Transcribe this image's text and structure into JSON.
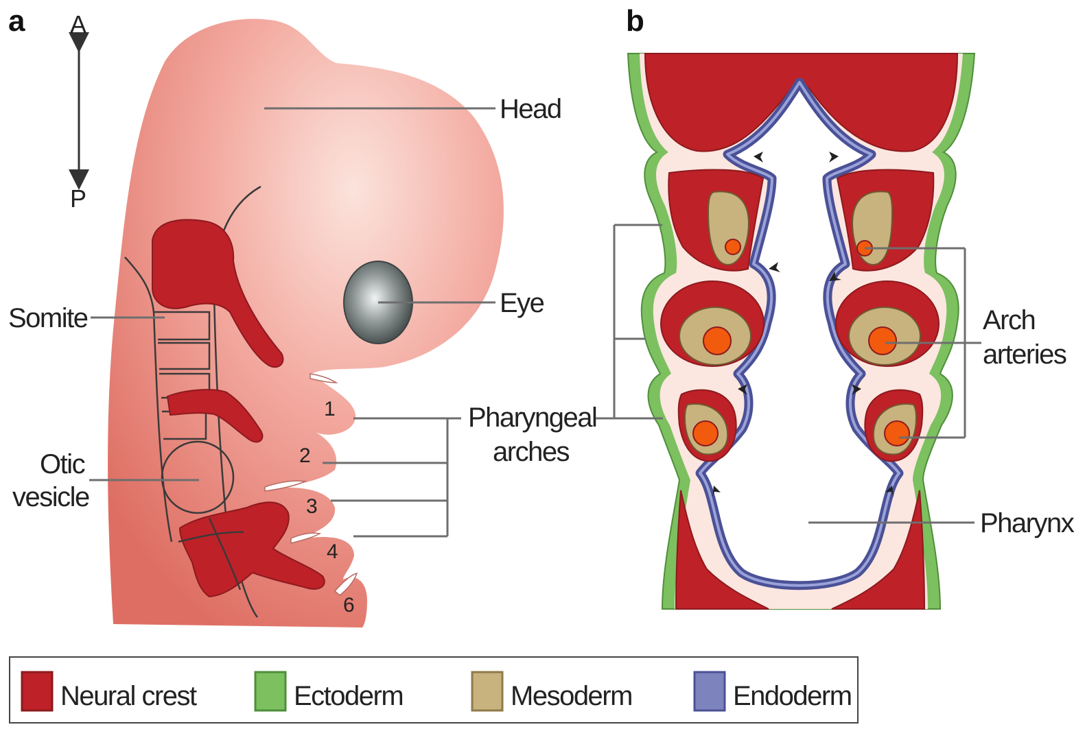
{
  "panels": {
    "a": "a",
    "b": "b"
  },
  "axis": {
    "anterior": "A",
    "posterior": "P"
  },
  "panel_a": {
    "labels": {
      "head": "Head",
      "eye": "Eye",
      "somite": "Somite",
      "otic_line1": "Otic",
      "otic_line2": "vesicle",
      "pharyngeal_line1": "Pharyngeal",
      "pharyngeal_line2": "arches"
    },
    "arch_numbers": [
      "1",
      "2",
      "3",
      "4",
      "6"
    ]
  },
  "panel_b": {
    "labels": {
      "arch_line1": "Arch",
      "arch_line2": "arteries",
      "pharynx": "Pharynx"
    }
  },
  "legend": [
    {
      "label": "Neural crest",
      "color": "#be2128",
      "border": "#8c1a1e"
    },
    {
      "label": "Ectoderm",
      "color": "#7cc060",
      "border": "#4f8e3a"
    },
    {
      "label": "Mesoderm",
      "color": "#c8b27e",
      "border": "#8f7a4a"
    },
    {
      "label": "Endoderm",
      "color": "#7d84bd",
      "border": "#4b5196"
    }
  ],
  "colors": {
    "embryo": "#e9857c",
    "neural_crest": "#be2128",
    "ectoderm": "#7cc060",
    "mesoderm": "#c8b27e",
    "endoderm": "#6e78b8",
    "artery": "#f25a0e",
    "pharynx_lining": "#fbe6e0"
  }
}
